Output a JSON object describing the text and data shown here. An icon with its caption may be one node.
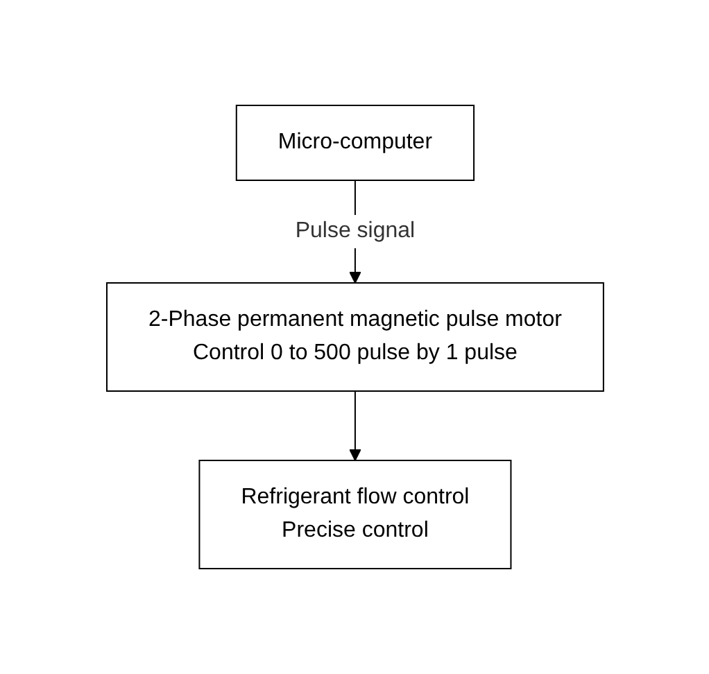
{
  "diagram": {
    "nodes": [
      {
        "text": [
          "Micro-computer"
        ]
      },
      {
        "text": [
          "2-Phase permanent magnetic pulse motor",
          "Control 0 to 500 pulse by 1 pulse"
        ]
      },
      {
        "text": [
          "Refrigerant flow control",
          "Precise control"
        ]
      }
    ],
    "edges": [
      {
        "from": 0,
        "to": 1,
        "arrow": "to",
        "label": "Pulse signal"
      },
      {
        "from": 1,
        "to": 2,
        "arrow": "to"
      }
    ]
  }
}
